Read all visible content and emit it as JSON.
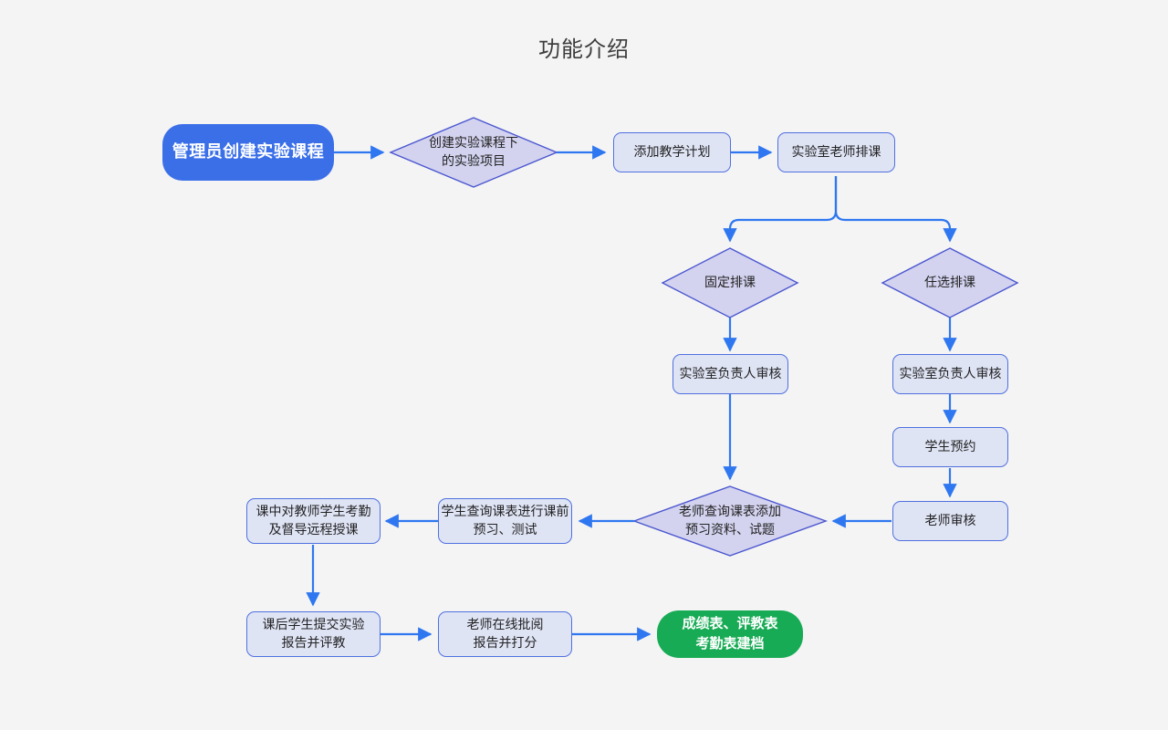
{
  "page": {
    "title": "功能介绍",
    "background_color": "#f4f4f4",
    "title_color": "#3d3d3d"
  },
  "theme": {
    "accent_blue": "#3b6fe8",
    "connector_blue": "#2f77f0",
    "node_fill": "#dfe4f5",
    "node_border": "#5070de",
    "diamond_fill": "#d3d3f0",
    "diamond_border": "#4a56cf",
    "success_green": "#18ab55",
    "text_color": "#222222"
  },
  "chart_data": {
    "type": "diagram",
    "title": "功能介绍",
    "nodes": [
      {
        "id": "n1",
        "label": "管理员创建实验课程",
        "shape": "pill",
        "color": "#3b6fe8"
      },
      {
        "id": "n2",
        "label": "创建实验课程下\n的实验项目",
        "shape": "diamond",
        "color": "#d3d3f0"
      },
      {
        "id": "n3",
        "label": "添加教学计划",
        "shape": "rect",
        "color": "#dfe4f5"
      },
      {
        "id": "n4",
        "label": "实验室老师排课",
        "shape": "rect",
        "color": "#dfe4f5"
      },
      {
        "id": "n5",
        "label": "固定排课",
        "shape": "diamond",
        "color": "#d3d3f0"
      },
      {
        "id": "n6",
        "label": "任选排课",
        "shape": "diamond",
        "color": "#d3d3f0"
      },
      {
        "id": "n7",
        "label": "实验室负责人审核",
        "shape": "rect",
        "color": "#dfe4f5"
      },
      {
        "id": "n8",
        "label": "实验室负责人审核",
        "shape": "rect",
        "color": "#dfe4f5"
      },
      {
        "id": "n9",
        "label": "学生预约",
        "shape": "rect",
        "color": "#dfe4f5"
      },
      {
        "id": "n10",
        "label": "老师审核",
        "shape": "rect",
        "color": "#dfe4f5"
      },
      {
        "id": "n11",
        "label": "老师查询课表添加\n预习资料、试题",
        "shape": "diamond",
        "color": "#d3d3f0"
      },
      {
        "id": "n12",
        "label": "学生查询课表进行课前\n预习、测试",
        "shape": "rect",
        "color": "#dfe4f5"
      },
      {
        "id": "n13",
        "label": "课中对教师学生考勤\n及督导远程授课",
        "shape": "rect",
        "color": "#dfe4f5"
      },
      {
        "id": "n14",
        "label": "课后学生提交实验\n报告并评教",
        "shape": "rect",
        "color": "#dfe4f5"
      },
      {
        "id": "n15",
        "label": "老师在线批阅\n报告并打分",
        "shape": "rect",
        "color": "#dfe4f5"
      },
      {
        "id": "n16",
        "label": "成绩表、评教表\n考勤表建档",
        "shape": "pill",
        "color": "#18ab55"
      }
    ],
    "edges": [
      {
        "from": "n1",
        "to": "n2"
      },
      {
        "from": "n2",
        "to": "n3"
      },
      {
        "from": "n3",
        "to": "n4"
      },
      {
        "from": "n4",
        "to": "n5"
      },
      {
        "from": "n4",
        "to": "n6"
      },
      {
        "from": "n5",
        "to": "n7"
      },
      {
        "from": "n6",
        "to": "n8"
      },
      {
        "from": "n8",
        "to": "n9"
      },
      {
        "from": "n9",
        "to": "n10"
      },
      {
        "from": "n10",
        "to": "n11"
      },
      {
        "from": "n7",
        "to": "n11"
      },
      {
        "from": "n11",
        "to": "n12"
      },
      {
        "from": "n12",
        "to": "n13"
      },
      {
        "from": "n13",
        "to": "n14"
      },
      {
        "from": "n14",
        "to": "n15"
      },
      {
        "from": "n15",
        "to": "n16"
      }
    ]
  }
}
